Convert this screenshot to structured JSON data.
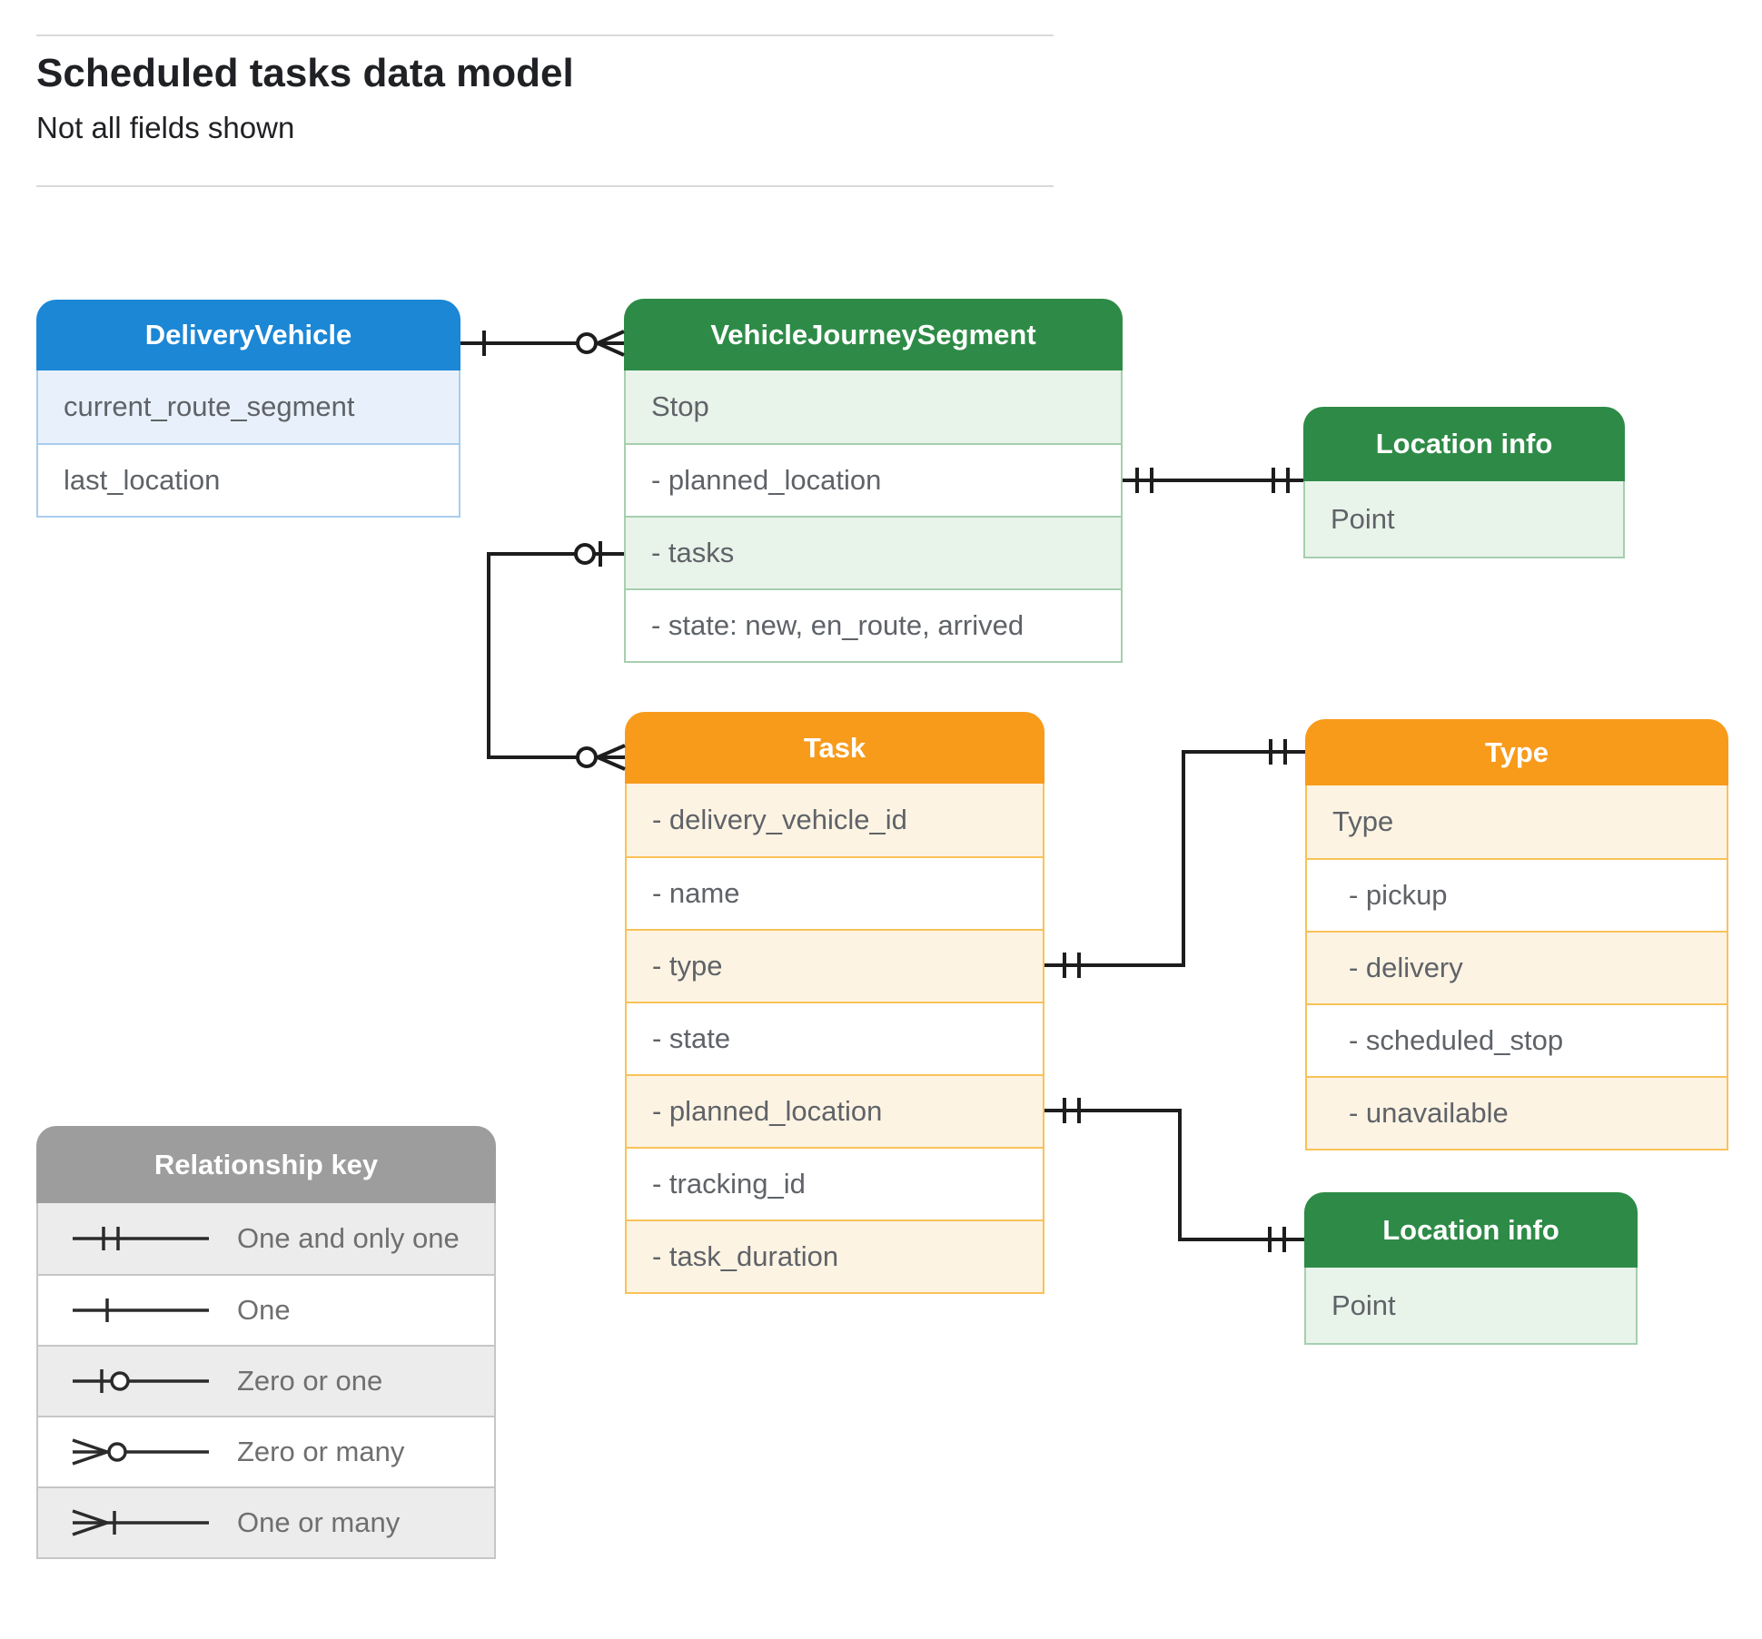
{
  "page": {
    "title": "Scheduled tasks data model",
    "subtitle": "Not all fields shown"
  },
  "colors": {
    "blue_header": "#1b87d5",
    "green_header": "#2e8b47",
    "orange_header": "#f89b1b",
    "gray_header": "#9d9d9d",
    "row_text": "#5f6368",
    "connector": "#1d1d1d"
  },
  "entities": {
    "delivery_vehicle": {
      "title": "DeliveryVehicle",
      "rows": [
        "current_route_segment",
        "last_location"
      ]
    },
    "vehicle_journey_segment": {
      "title": "VehicleJourneySegment",
      "rows": [
        "Stop",
        "- planned_location",
        "- tasks",
        "- state: new, en_route, arrived"
      ]
    },
    "location_info_top": {
      "title": "Location info",
      "rows": [
        "Point"
      ]
    },
    "task": {
      "title": "Task",
      "rows": [
        "- delivery_vehicle_id",
        "- name",
        "- type",
        "- state",
        "- planned_location",
        "- tracking_id",
        "- task_duration"
      ]
    },
    "type": {
      "title": "Type",
      "rows": [
        "Type",
        "- pickup",
        "- delivery",
        "- scheduled_stop",
        "- unavailable"
      ]
    },
    "location_info_bottom": {
      "title": "Location info",
      "rows": [
        "Point"
      ]
    }
  },
  "legend": {
    "title": "Relationship key",
    "items": [
      "One and only one",
      "One",
      "Zero or one",
      "Zero or many",
      "One or many"
    ]
  }
}
